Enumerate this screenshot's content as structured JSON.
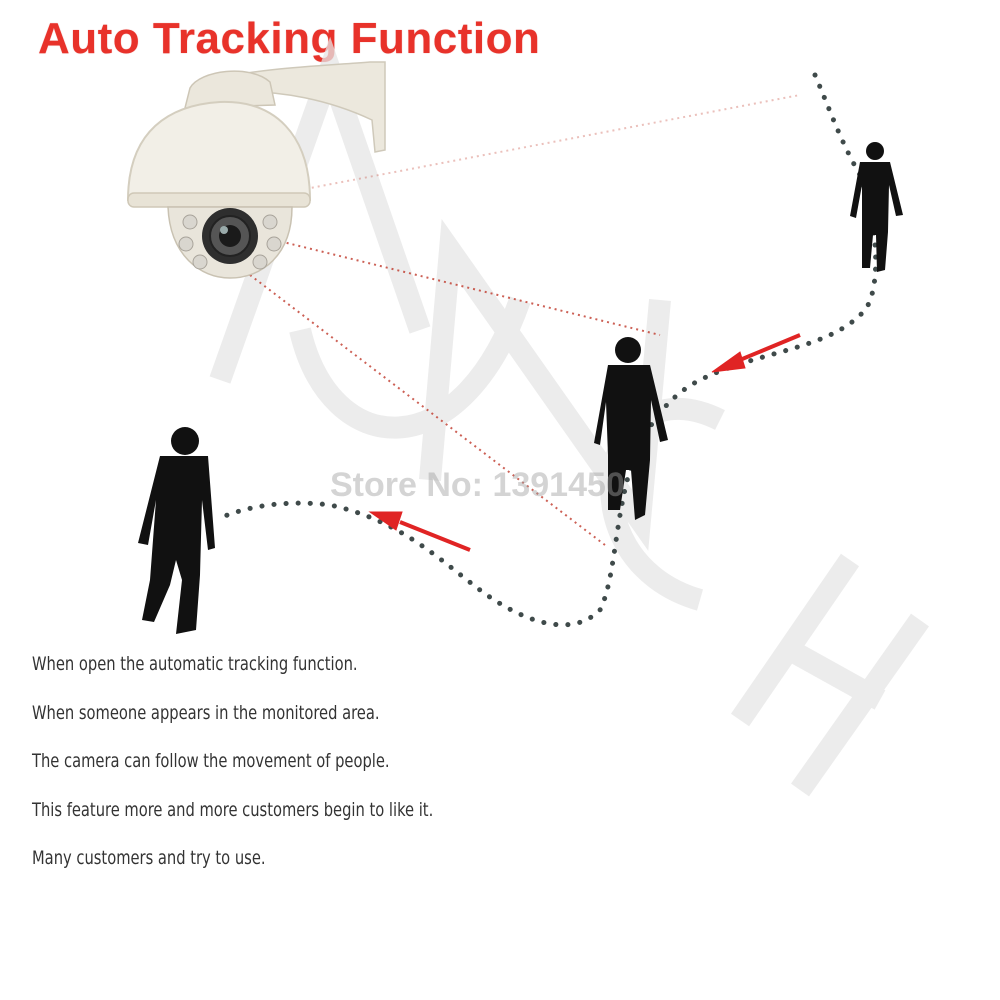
{
  "title": "Auto Tracking Function",
  "watermark": {
    "store_text": "Store No: 1391450",
    "brand_letters": "AUNCH"
  },
  "description_lines": [
    "When open the automatic tracking function.",
    "When someone appears in the monitored area.",
    "The camera can follow the movement of people.",
    "This feature more and more customers begin to like it.",
    "Many customers and try to use."
  ],
  "colors": {
    "title": "#e8322a",
    "path_dots": "#3f4a4a",
    "tracking_lines": "#c0392b",
    "arrows": "#e02424",
    "silhouette": "#111111",
    "camera_body": "#eeeae2"
  },
  "icons": [
    "ptz-camera-icon",
    "person-silhouette-icon",
    "red-arrow-icon"
  ]
}
